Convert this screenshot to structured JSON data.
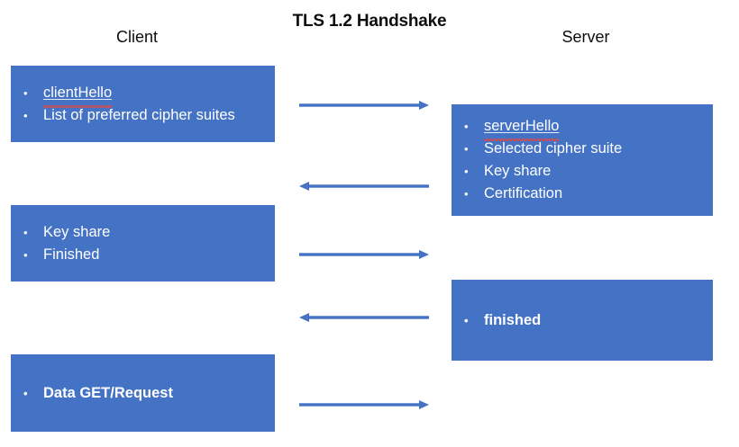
{
  "diagram": {
    "title": "TLS 1.2 Handshake",
    "accent_color": "#4472C4",
    "title_color": "#0D0D0D",
    "arrow_color": "#4472C4",
    "spellcheck_color": "#E8453C",
    "background": "#FFFFFF"
  },
  "columns": {
    "client_label": "Client",
    "server_label": "Server"
  },
  "messages": [
    {
      "id": "client-hello",
      "side": "client",
      "items": [
        {
          "text": "clientHello",
          "spellcheck": true,
          "bold": false
        },
        {
          "text": "List of preferred cipher suites",
          "spellcheck": false,
          "bold": false
        }
      ]
    },
    {
      "id": "server-hello",
      "side": "server",
      "items": [
        {
          "text": "serverHello",
          "spellcheck": true,
          "bold": false
        },
        {
          "text": "Selected cipher suite",
          "spellcheck": false,
          "bold": false
        },
        {
          "text": "Key share",
          "spellcheck": false,
          "bold": false
        },
        {
          "text": "Certification",
          "spellcheck": false,
          "bold": false
        }
      ]
    },
    {
      "id": "client-key-share",
      "side": "client",
      "items": [
        {
          "text": "Key share",
          "spellcheck": false,
          "bold": false
        },
        {
          "text": "Finished",
          "spellcheck": false,
          "bold": false
        }
      ]
    },
    {
      "id": "server-finished",
      "side": "server",
      "items": [
        {
          "text": "finished",
          "spellcheck": false,
          "bold": true
        }
      ]
    },
    {
      "id": "client-data-request",
      "side": "client",
      "items": [
        {
          "text": "Data GET/Request",
          "spellcheck": false,
          "bold": true
        }
      ]
    }
  ],
  "arrows": [
    {
      "id": "arrow-1",
      "direction": "right",
      "from": "client",
      "to": "server"
    },
    {
      "id": "arrow-2",
      "direction": "left",
      "from": "server",
      "to": "client"
    },
    {
      "id": "arrow-3",
      "direction": "right",
      "from": "client",
      "to": "server"
    },
    {
      "id": "arrow-4",
      "direction": "left",
      "from": "server",
      "to": "client"
    },
    {
      "id": "arrow-5",
      "direction": "right",
      "from": "client",
      "to": "server"
    }
  ]
}
